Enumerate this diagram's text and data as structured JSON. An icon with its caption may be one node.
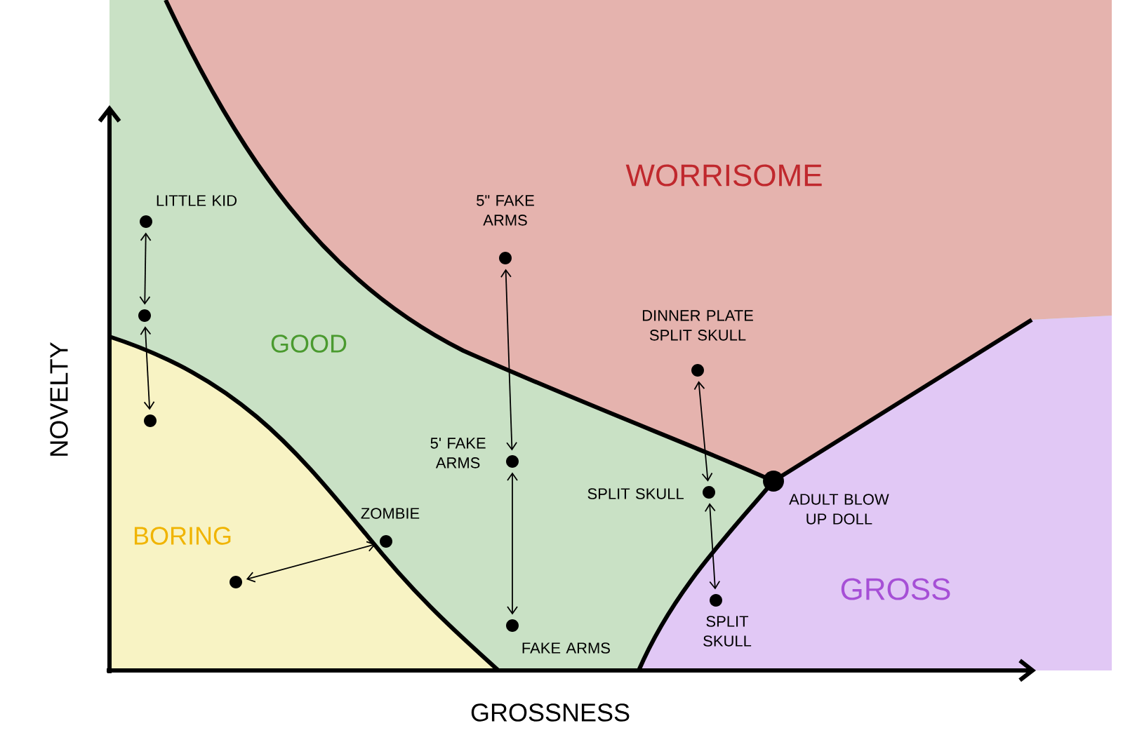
{
  "diagram": {
    "nodes": [
      {
        "text": [],
        "shape": "circle",
        "beside": [
          "LITTLE KID"
        ]
      },
      {
        "text": [],
        "shape": "circle"
      },
      {
        "text": [],
        "shape": "circle"
      },
      {
        "text": [],
        "shape": "circle",
        "beside": [
          "ZOMBIE"
        ]
      },
      {
        "text": [],
        "shape": "circle"
      },
      {
        "text": [],
        "shape": "circle",
        "beside": [
          "5\" FAKE ARMS"
        ]
      },
      {
        "text": [],
        "shape": "circle",
        "beside": [
          "5' FAKE ARMS"
        ]
      },
      {
        "text": [],
        "shape": "circle",
        "beside": [
          "FAKE ARMS"
        ]
      },
      {
        "text": [],
        "shape": "circle",
        "beside": [
          "DINNER PLATE SPLIT SKULL"
        ]
      },
      {
        "text": [],
        "shape": "circle",
        "beside": [
          "SPLIT SKULL"
        ]
      },
      {
        "text": [],
        "shape": "circle",
        "beside": [
          "SPLIT SKULL"
        ]
      },
      {
        "text": [],
        "shape": "circle",
        "beside": [
          "ADULT BLOW UP DOLL"
        ]
      }
    ],
    "edges": [
      {
        "from": 0,
        "to": 1,
        "arrow": "both"
      },
      {
        "from": 1,
        "to": 2,
        "arrow": "both"
      },
      {
        "from": 4,
        "to": 3,
        "arrow": "both"
      },
      {
        "from": 5,
        "to": 6,
        "arrow": "both"
      },
      {
        "from": 6,
        "to": 7,
        "arrow": "both"
      },
      {
        "from": 8,
        "to": 9,
        "arrow": "both"
      },
      {
        "from": 9,
        "to": 10,
        "arrow": "both"
      }
    ],
    "labels": [
      "WORRISOME",
      "GOOD",
      "BORING",
      "GROSS",
      "NOVELTY",
      "GROSSNESS"
    ]
  }
}
